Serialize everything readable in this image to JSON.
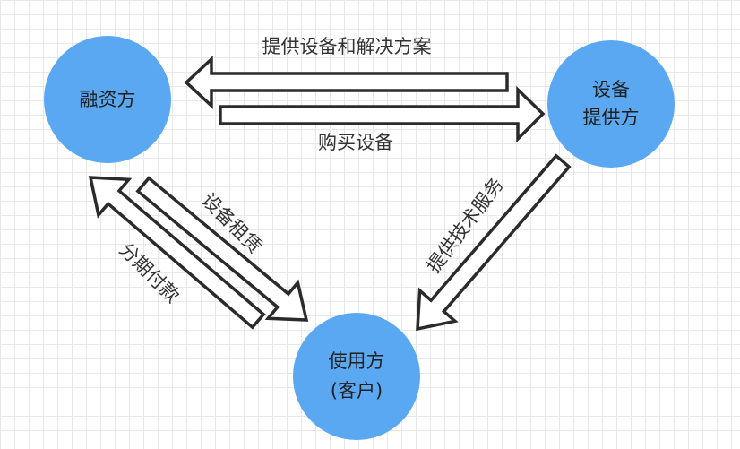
{
  "nodes": {
    "financier": {
      "label": "融资方"
    },
    "supplier": {
      "line1": "设备",
      "line2": "提供方"
    },
    "customer": {
      "line1": "使用方",
      "line2": "(客户)"
    }
  },
  "edges": {
    "supplier_to_financier": {
      "label": "提供设备和解决方案"
    },
    "financier_to_supplier": {
      "label": "购买设备"
    },
    "financier_to_customer": {
      "label": "设备租赁"
    },
    "customer_to_financier": {
      "label": "分期付款"
    },
    "supplier_to_customer": {
      "label": "提供技术服务"
    }
  },
  "colors": {
    "node_fill": "#5aa8f2",
    "arrow_fill": "#ffffff",
    "arrow_stroke": "#2b2b2b"
  }
}
